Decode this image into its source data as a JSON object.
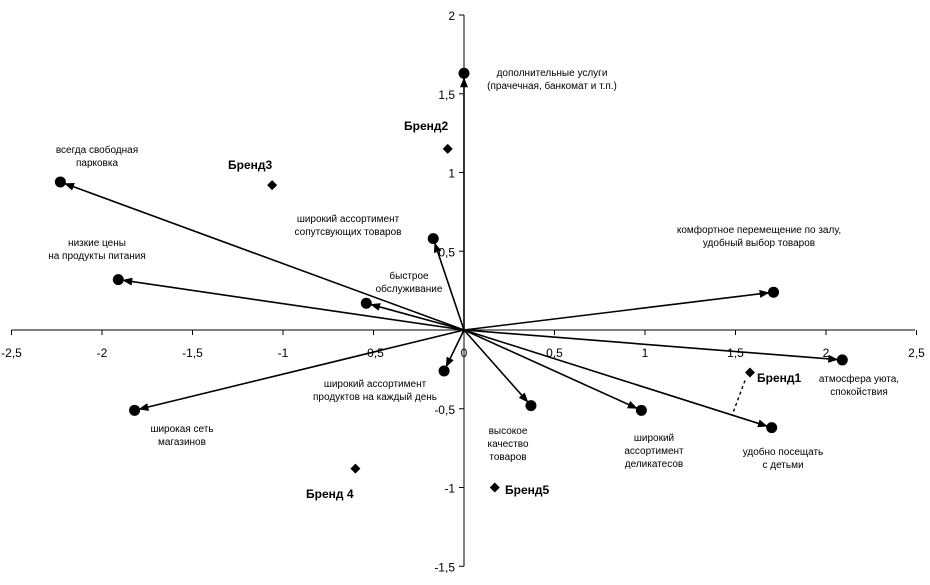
{
  "chart_data": {
    "type": "scatter",
    "xlim": [
      -2.5,
      2.5
    ],
    "ylim": [
      -1.5,
      2
    ],
    "x_ticks": [
      "-2,5",
      "-2",
      "-1,5",
      "-1",
      "-0,5",
      "0",
      "0,5",
      "1",
      "1,5",
      "2",
      "2,5"
    ],
    "y_ticks": [
      "-1,5",
      "-1",
      "-0,5",
      "0",
      "0,5",
      "1",
      "1,5",
      "2"
    ],
    "attributes": [
      {
        "lines": [
          "дополнительные услуги",
          "(прачечная, банкомат и т.п.)"
        ],
        "x": 0.0,
        "y": 1.63
      },
      {
        "lines": [
          "всегда свободная",
          "парковка"
        ],
        "x": -2.23,
        "y": 0.94
      },
      {
        "lines": [
          "низкие цены",
          "на продукты питания"
        ],
        "x": -1.91,
        "y": 0.32
      },
      {
        "lines": [
          "широкий ассортимент",
          "сопутсвующих товаров"
        ],
        "x": -0.17,
        "y": 0.58
      },
      {
        "lines": [
          "быстрое",
          "обслуживание"
        ],
        "x": -0.54,
        "y": 0.17
      },
      {
        "lines": [
          "комфортное перемещение по залу,",
          "удобный выбор товаров"
        ],
        "x": 1.71,
        "y": 0.24
      },
      {
        "lines": [
          "атмосфера уюта,",
          "спокойствия"
        ],
        "x": 2.09,
        "y": -0.19
      },
      {
        "lines": [
          "широкий ассортимент",
          "продуктов на каждый день"
        ],
        "x": -0.11,
        "y": -0.26
      },
      {
        "lines": [
          "широкая сеть",
          "магазинов"
        ],
        "x": -1.82,
        "y": -0.51
      },
      {
        "lines": [
          "высокое",
          "качество",
          "товаров"
        ],
        "x": 0.37,
        "y": -0.48
      },
      {
        "lines": [
          "широкий",
          "ассортимент",
          "деликатесов"
        ],
        "x": 0.98,
        "y": -0.51
      },
      {
        "lines": [
          "удобно посещать",
          "с детьми"
        ],
        "x": 1.7,
        "y": -0.62
      }
    ],
    "brands": [
      {
        "name": "Бренд1",
        "x": 1.58,
        "y": -0.27
      },
      {
        "name": "Бренд2",
        "x": -0.09,
        "y": 1.15
      },
      {
        "name": "Бренд3",
        "x": -1.06,
        "y": 0.92
      },
      {
        "name": "Бренд 4",
        "x": -0.6,
        "y": -0.88
      },
      {
        "name": "Бренд5",
        "x": 0.17,
        "y": -1.0
      }
    ]
  }
}
